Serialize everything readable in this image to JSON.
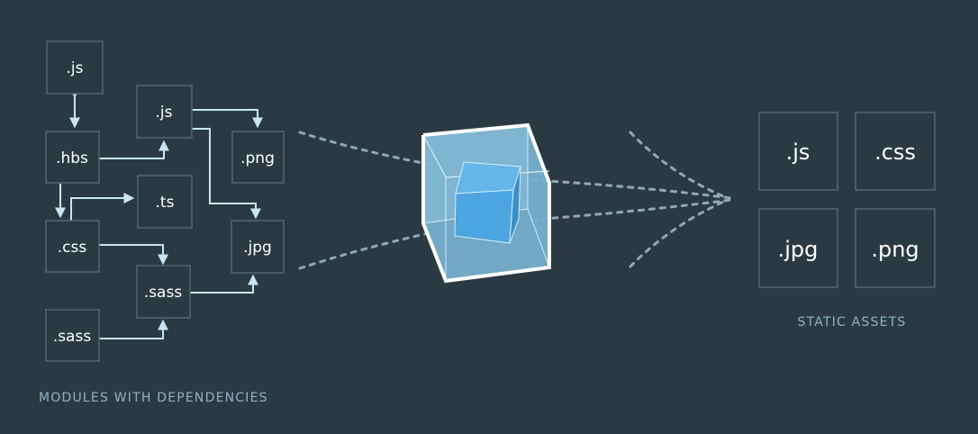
{
  "colors": {
    "background": "#2b3a42",
    "node_border": "#536671",
    "edge": "#c9e5f3",
    "caption": "#8fb3c4",
    "bundle_box": "#7ab3d1",
    "bundle_inner_cube": "#4da6e0"
  },
  "modules": {
    "caption": "MODULES WITH DEPENDENCIES",
    "nodes": [
      {
        "id": "js1",
        "label": ".js"
      },
      {
        "id": "js2",
        "label": ".js"
      },
      {
        "id": "hbs",
        "label": ".hbs"
      },
      {
        "id": "png",
        "label": ".png"
      },
      {
        "id": "ts",
        "label": ".ts"
      },
      {
        "id": "css",
        "label": ".css"
      },
      {
        "id": "jpg",
        "label": ".jpg"
      },
      {
        "id": "sass1",
        "label": ".sass"
      },
      {
        "id": "sass2",
        "label": ".sass"
      }
    ]
  },
  "bundler": {
    "icon": "cube-icon"
  },
  "assets": {
    "caption": "STATIC ASSETS",
    "items": [
      {
        "label": ".js"
      },
      {
        "label": ".css"
      },
      {
        "label": ".jpg"
      },
      {
        "label": ".png"
      }
    ]
  }
}
